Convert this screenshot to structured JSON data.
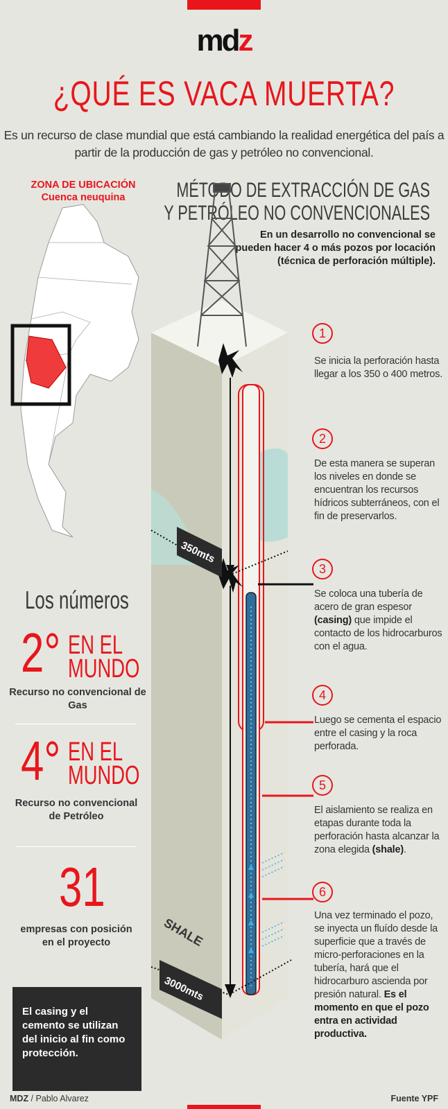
{
  "brand": {
    "logo_main": "md",
    "logo_accent": "z"
  },
  "title": "¿QUÉ ES VACA MUERTA?",
  "intro": "Es un recurso de clase mundial que está cambiando la realidad energética del país a partir de la producción de gas y petróleo no convencional.",
  "zona": {
    "label": "ZONA DE UBICACIÓN",
    "sub": "Cuenca neuquina"
  },
  "metodo": {
    "title_1": "MÉTODO DE EXTRACCIÓN DE GAS",
    "title_2": "Y PETRÓLEO NO CONVENCIONALES",
    "sub": "En un desarrollo no convencional se pueden hacer 4 o más pozos por locación (técnica de perforación múltiple)."
  },
  "steps": [
    {
      "n": "1",
      "text": "Se inicia la perforación hasta llegar a los 350 o 400 metros."
    },
    {
      "n": "2",
      "text": "De esta manera se superan los niveles en donde se encuentran los recursos hídricos subterráneos, con el fin de preservarlos."
    },
    {
      "n": "3",
      "pre": "Se coloca una tubería de acero de gran espesor ",
      "bold": "(casing)",
      "post": " que impide el contacto de los hidrocarburos con el agua."
    },
    {
      "n": "4",
      "text": "Luego se cementa el espacio entre el casing y la roca perforada."
    },
    {
      "n": "5",
      "pre": "El aislamiento se realiza en etapas durante toda la perforación hasta alcanzar la zona elegida ",
      "bold": "(shale)",
      "post": "."
    },
    {
      "n": "6",
      "pre": "Una vez terminado el pozo, se inyecta un fluído desde la superficie que a través de micro-perforaciones en la tubería, hará que el hidrocarburo ascienda por presión natural. ",
      "bold": "Es el momento en que el pozo entra en actividad productiva."
    }
  ],
  "diagram": {
    "depth_1": "350mts",
    "depth_2": "3000mts",
    "layer": "SHALE"
  },
  "numeros": {
    "heading": "Los números",
    "items": [
      {
        "big": "2°",
        "en_1": "EN EL",
        "en_2": "MUNDO",
        "caption": "Recurso no convencional de Gas"
      },
      {
        "big": "4°",
        "en_1": "EN EL",
        "en_2": "MUNDO",
        "caption": "Recurso no convencional de Petróleo"
      },
      {
        "big": "31",
        "caption": "empresas con posición en el proyecto"
      }
    ]
  },
  "note": "El casing y el cemento se utilizan del inicio al fin como protección.",
  "footer": {
    "brand": "MDZ",
    "author": " / Pablo Alvarez",
    "source": "Fuente YPF"
  },
  "colors": {
    "accent": "#e8161b",
    "bg": "#e6e6e1",
    "dark": "#2b2b2b",
    "water": "#b9ddd6",
    "pipe": "#2f6d9a"
  }
}
